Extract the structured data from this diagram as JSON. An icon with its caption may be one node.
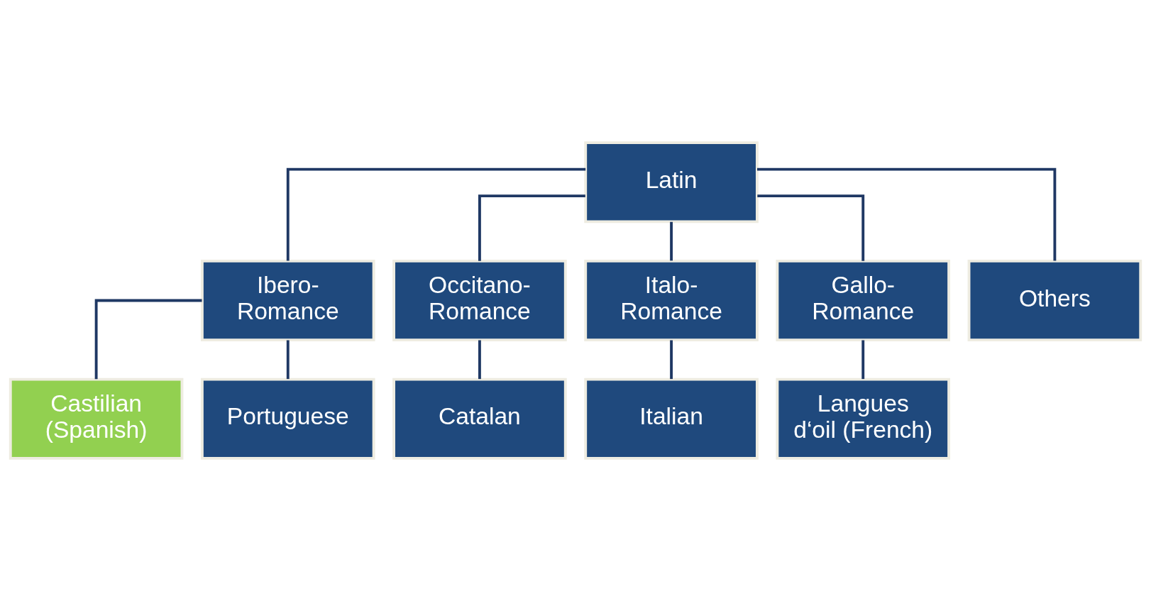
{
  "diagram": {
    "nodes": [
      {
        "text": [
          "Latin"
        ]
      },
      {
        "text": [
          "Ibero-Romance"
        ]
      },
      {
        "text": [
          "Occitano-Romance"
        ]
      },
      {
        "text": [
          "Italo-Romance"
        ]
      },
      {
        "text": [
          "Gallo-Romance"
        ]
      },
      {
        "text": [
          "Others"
        ]
      },
      {
        "text": [
          "Castilian (Spanish)"
        ]
      },
      {
        "text": [
          "Portuguese"
        ]
      },
      {
        "text": [
          "Catalan"
        ]
      },
      {
        "text": [
          "Italian"
        ]
      },
      {
        "text": [
          "Langues d‘oil (French)"
        ]
      }
    ],
    "edges": [
      {
        "from": 0,
        "to": 1,
        "arrow": "none"
      },
      {
        "from": 0,
        "to": 2,
        "arrow": "none"
      },
      {
        "from": 0,
        "to": 3,
        "arrow": "none"
      },
      {
        "from": 0,
        "to": 4,
        "arrow": "none"
      },
      {
        "from": 0,
        "to": 5,
        "arrow": "none"
      },
      {
        "from": 1,
        "to": 6,
        "arrow": "none"
      },
      {
        "from": 1,
        "to": 7,
        "arrow": "none"
      },
      {
        "from": 2,
        "to": 8,
        "arrow": "none"
      },
      {
        "from": 3,
        "to": 9,
        "arrow": "none"
      },
      {
        "from": 4,
        "to": 10,
        "arrow": "none"
      }
    ]
  }
}
